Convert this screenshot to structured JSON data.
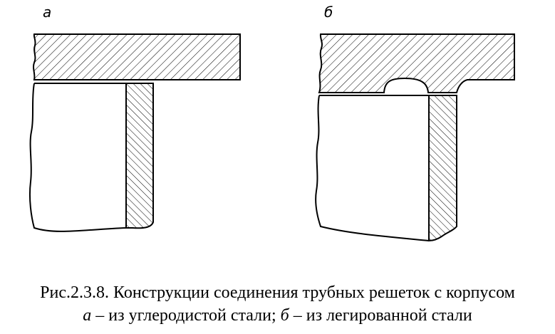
{
  "figure": {
    "panel_a_label": "а",
    "panel_b_label": "б",
    "caption_line1": "Рис.2.3.8. Конструкции соединения трубных решеток с корпусом",
    "caption_line2_a": "а",
    "caption_line2_mid": " – из углеродистой стали; ",
    "caption_line2_b": "б",
    "caption_line2_end": " – из легированной стали"
  },
  "colors": {
    "stroke": "#000000",
    "hatch": "#000000",
    "background": "#ffffff"
  }
}
